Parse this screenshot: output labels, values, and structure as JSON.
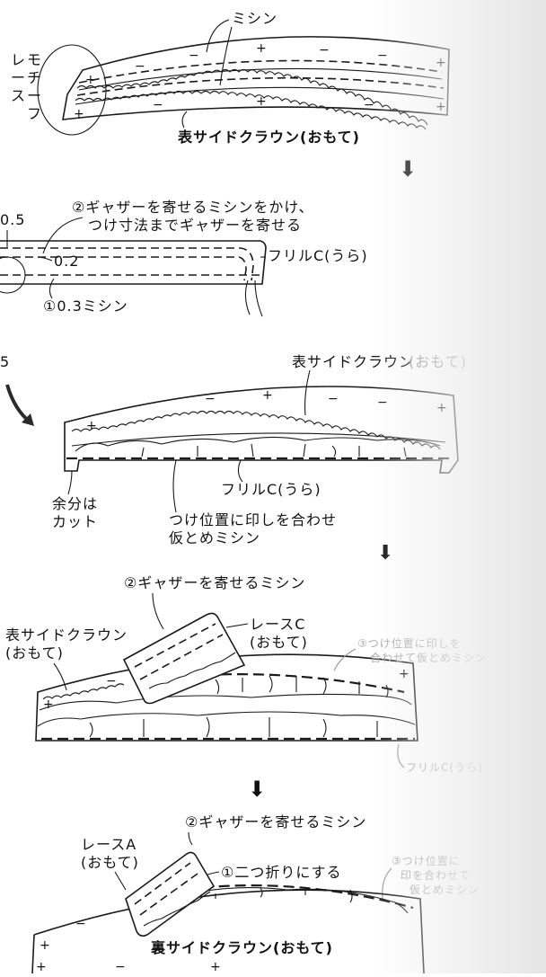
{
  "step1": {
    "label_sewing": "ミシン",
    "label_lace": "レース\nモチーフ",
    "label_crown": "表サイドクラウン(おもて)",
    "signs_plus": "+",
    "signs_minus": "−"
  },
  "step2": {
    "instruction": "②ギャザーを寄せるミシンをかけ、\nつけ寸法までギャザーを寄せる",
    "dim_05": "0.5",
    "dim_02": "0.2",
    "sewing_03": "①0.3ミシン",
    "frill_c": "フリルC(うら)"
  },
  "step3": {
    "crown_label": "表サイドクラウン(おもて)",
    "frill_c": "フリルC(うら)",
    "trim_note": "余分は\nカット",
    "baste_note": "つけ位置に印しを合わせ\n仮とめミシン",
    "side_mark": "5"
  },
  "step4": {
    "gather_label": "②ギャザーを寄せるミシン",
    "lace_c": "レースC\n(おもて)",
    "crown_label": "表サイドクラウン\n(おもて)",
    "baste_note": "③つけ位置に印しを\n合わせて仮とめミシン",
    "frill_c": "フリルC(うら)"
  },
  "step5": {
    "gather_label": "②ギャザーを寄せるミシン",
    "lace_a": "レースA\n(おもて)",
    "fold_note": "①二つ折りにする",
    "baste_note": "③つけ位置に\n印を合わせて\n仮とめミシン",
    "crown_label": "裏サイドクラウン(おもて)"
  },
  "arrows": {
    "down": "⬇"
  }
}
